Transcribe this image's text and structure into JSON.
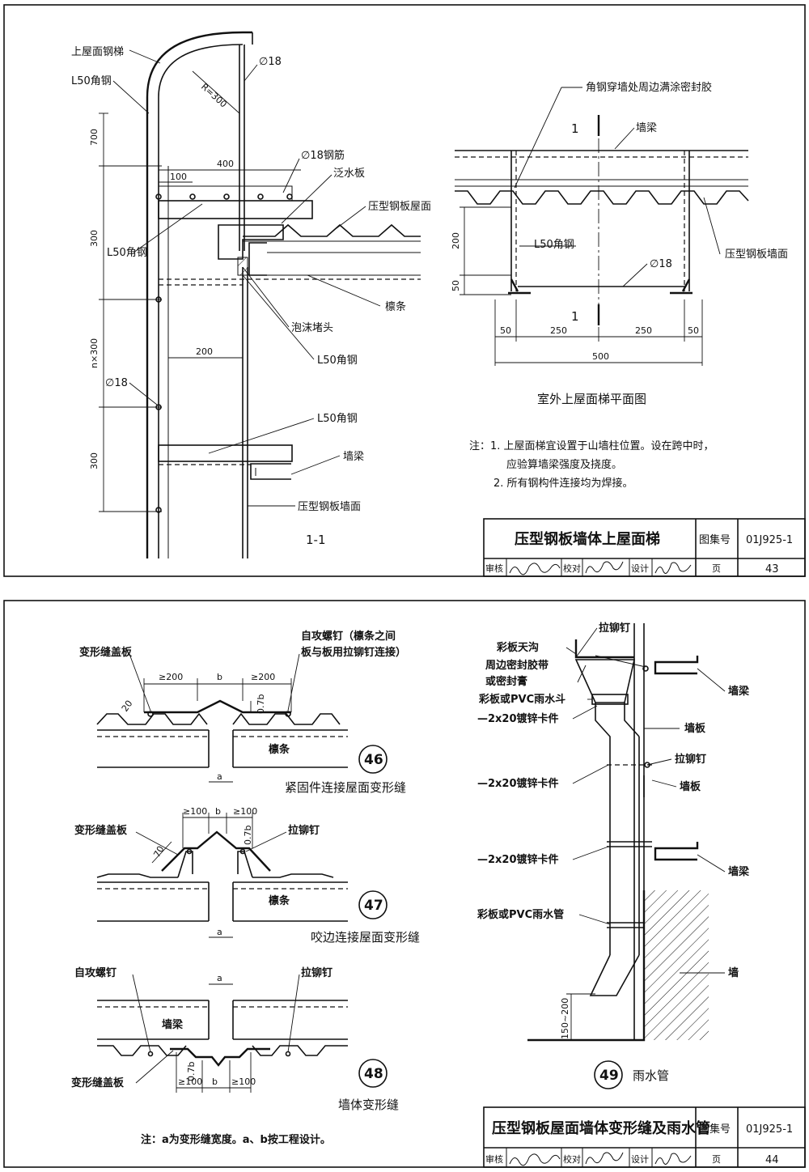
{
  "sheet43": {
    "section": {
      "label_ladder": "上屋面钢梯",
      "label_angle_top": "L50角钢",
      "label_rod_dia": "∅18",
      "label_radius": "R=300",
      "dim_700": "700",
      "dim_400": "400",
      "dim_100": "100",
      "label_rebar": "∅18钢筋",
      "label_flashing": "泛水板",
      "label_roof": "压型钢板屋面",
      "dim_300a": "300",
      "label_angle_mid": "L50角钢",
      "label_purlin": "檩条",
      "label_foam": "泡沫堵头",
      "label_angle_low": "L50角钢",
      "dim_200": "200",
      "dim_n300": "n×300",
      "label_rung_dia": "∅18",
      "label_angle_bottom": "L50角钢",
      "dim_300b": "300",
      "label_wall_beam": "墙梁",
      "label_wall_panel": "压型钢板墙面",
      "section_mark": "1-1"
    },
    "plan": {
      "label_sealant": "角钢穿墙处周边满涂密封胶",
      "section_mark_1": "1",
      "label_wall_beam": "墙梁",
      "dim_200": "200",
      "label_angle": "L50角钢",
      "label_wall_panel": "压型钢板墙面",
      "label_rod": "∅18",
      "dim_50v": "50",
      "dims_bottom": [
        "50",
        "250",
        "250",
        "50"
      ],
      "dim_500": "500",
      "title": "室外上屋面梯平面图"
    },
    "notes": [
      "注：1. 上屋面梯宜设置于山墙柱位置。设在跨中时，",
      "应验算墙梁强度及挠度。",
      "2. 所有钢构件连接均为焊接。"
    ],
    "titleblock": {
      "title": "压型钢板墙体上屋面梯",
      "atlas_label": "图集号",
      "atlas_no": "01J925-1",
      "review": "审核",
      "check": "校对",
      "design": "设计",
      "page_label": "页",
      "page": "43"
    }
  },
  "sheet44": {
    "d46": {
      "label_cover": "变形缝盖板",
      "label_screw_1": "自攻螺钉（檩条之间",
      "label_screw_2": "板与板用拉铆钉连接）",
      "dim_ge200_l": "≥200",
      "dim_b": "b",
      "dim_ge200_r": "≥200",
      "dim_07b": "0.7b",
      "dim_20": "20",
      "label_purlin": "檩条",
      "dim_a": "a",
      "num": "46",
      "caption": "紧固件连接屋面变形缝"
    },
    "d47": {
      "label_cover": "变形缝盖板",
      "dim_ge100_l": "≥100",
      "dim_b": "b",
      "dim_ge100_r": "≥100",
      "dim_07b": "0.7b",
      "dim_70": "70",
      "label_rivet": "拉铆钉",
      "label_purlin": "檩条",
      "dim_a": "a",
      "num": "47",
      "caption": "咬边连接屋面变形缝"
    },
    "d48": {
      "label_screw": "自攻螺钉",
      "label_rivet": "拉铆钉",
      "dim_a": "a",
      "label_beam": "墙梁",
      "label_cover": "变形缝盖板",
      "dim_07b": "0.7b",
      "dim_ge100_l": "≥100",
      "dim_b": "b",
      "dim_ge100_r": "≥100",
      "num": "48",
      "caption": "墙体变形缝"
    },
    "d49": {
      "label_rivet_top": "拉铆钉",
      "label_gutter": "彩板天沟",
      "label_seal_1": "周边密封胶带",
      "label_seal_2": "或密封膏",
      "label_hopper": "彩板或PVC雨水斗",
      "label_clip_1": "—2x20镀锌卡件",
      "label_wall_beam_top": "墙梁",
      "label_wall_panel_1": "墙板",
      "label_rivet_mid": "拉铆钉",
      "label_wall_panel_2": "墙板",
      "label_clip_2": "—2x20镀锌卡件",
      "label_clip_3": "—2x20镀锌卡件",
      "label_wall_beam_bot": "墙梁",
      "label_pipe": "彩板或PVC雨水管",
      "label_wall": "墙",
      "dim_150_200": "150~200",
      "num": "49",
      "caption": "雨水管"
    },
    "note": "注：a为变形缝宽度。a、b按工程设计。",
    "titleblock": {
      "title": "压型钢板屋面墙体变形缝及雨水管",
      "atlas_label": "图集号",
      "atlas_no": "01J925-1",
      "review": "审核",
      "check": "校对",
      "design": "设计",
      "page_label": "页",
      "page": "44"
    }
  }
}
